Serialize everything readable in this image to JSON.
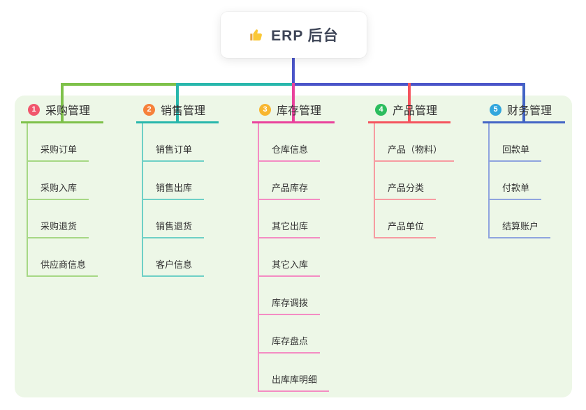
{
  "root": {
    "label": "ERP 后台",
    "icon": "thumbs-up-icon"
  },
  "colors": {
    "page_bg": "#ffffff",
    "canvas_bg": "#edf7e7",
    "root_connector": "#4b55c9",
    "text": "#333333",
    "root_text": "#3d4456"
  },
  "branches": [
    {
      "badge": "1",
      "label": "采购管理",
      "badge_color": "#f1566c",
      "line_color": "#7ec14a",
      "child_line_color": "#a6d885",
      "children": [
        "采购订单",
        "采购入库",
        "采购退货",
        "供应商信息"
      ]
    },
    {
      "badge": "2",
      "label": "销售管理",
      "badge_color": "#f6813b",
      "line_color": "#28b7ac",
      "child_line_color": "#6ed0c6",
      "children": [
        "销售订单",
        "销售出库",
        "销售退货",
        "客户信息"
      ]
    },
    {
      "badge": "3",
      "label": "库存管理",
      "badge_color": "#f8b62f",
      "line_color": "#e9429c",
      "child_line_color": "#f48cc3",
      "children": [
        "仓库信息",
        "产品库存",
        "其它出库",
        "其它入库",
        "库存调拨",
        "库存盘点",
        "出库库明细"
      ]
    },
    {
      "badge": "4",
      "label": "产品管理",
      "badge_color": "#2cbd5e",
      "line_color": "#f4545e",
      "child_line_color": "#f79ba1",
      "children": [
        "产品（物料）",
        "产品分类",
        "产品单位"
      ]
    },
    {
      "badge": "5",
      "label": "财务管理",
      "badge_color": "#32a6dd",
      "line_color": "#4365c5",
      "child_line_color": "#8fa4de",
      "children": [
        "回款单",
        "付款单",
        "结算账户"
      ]
    }
  ]
}
